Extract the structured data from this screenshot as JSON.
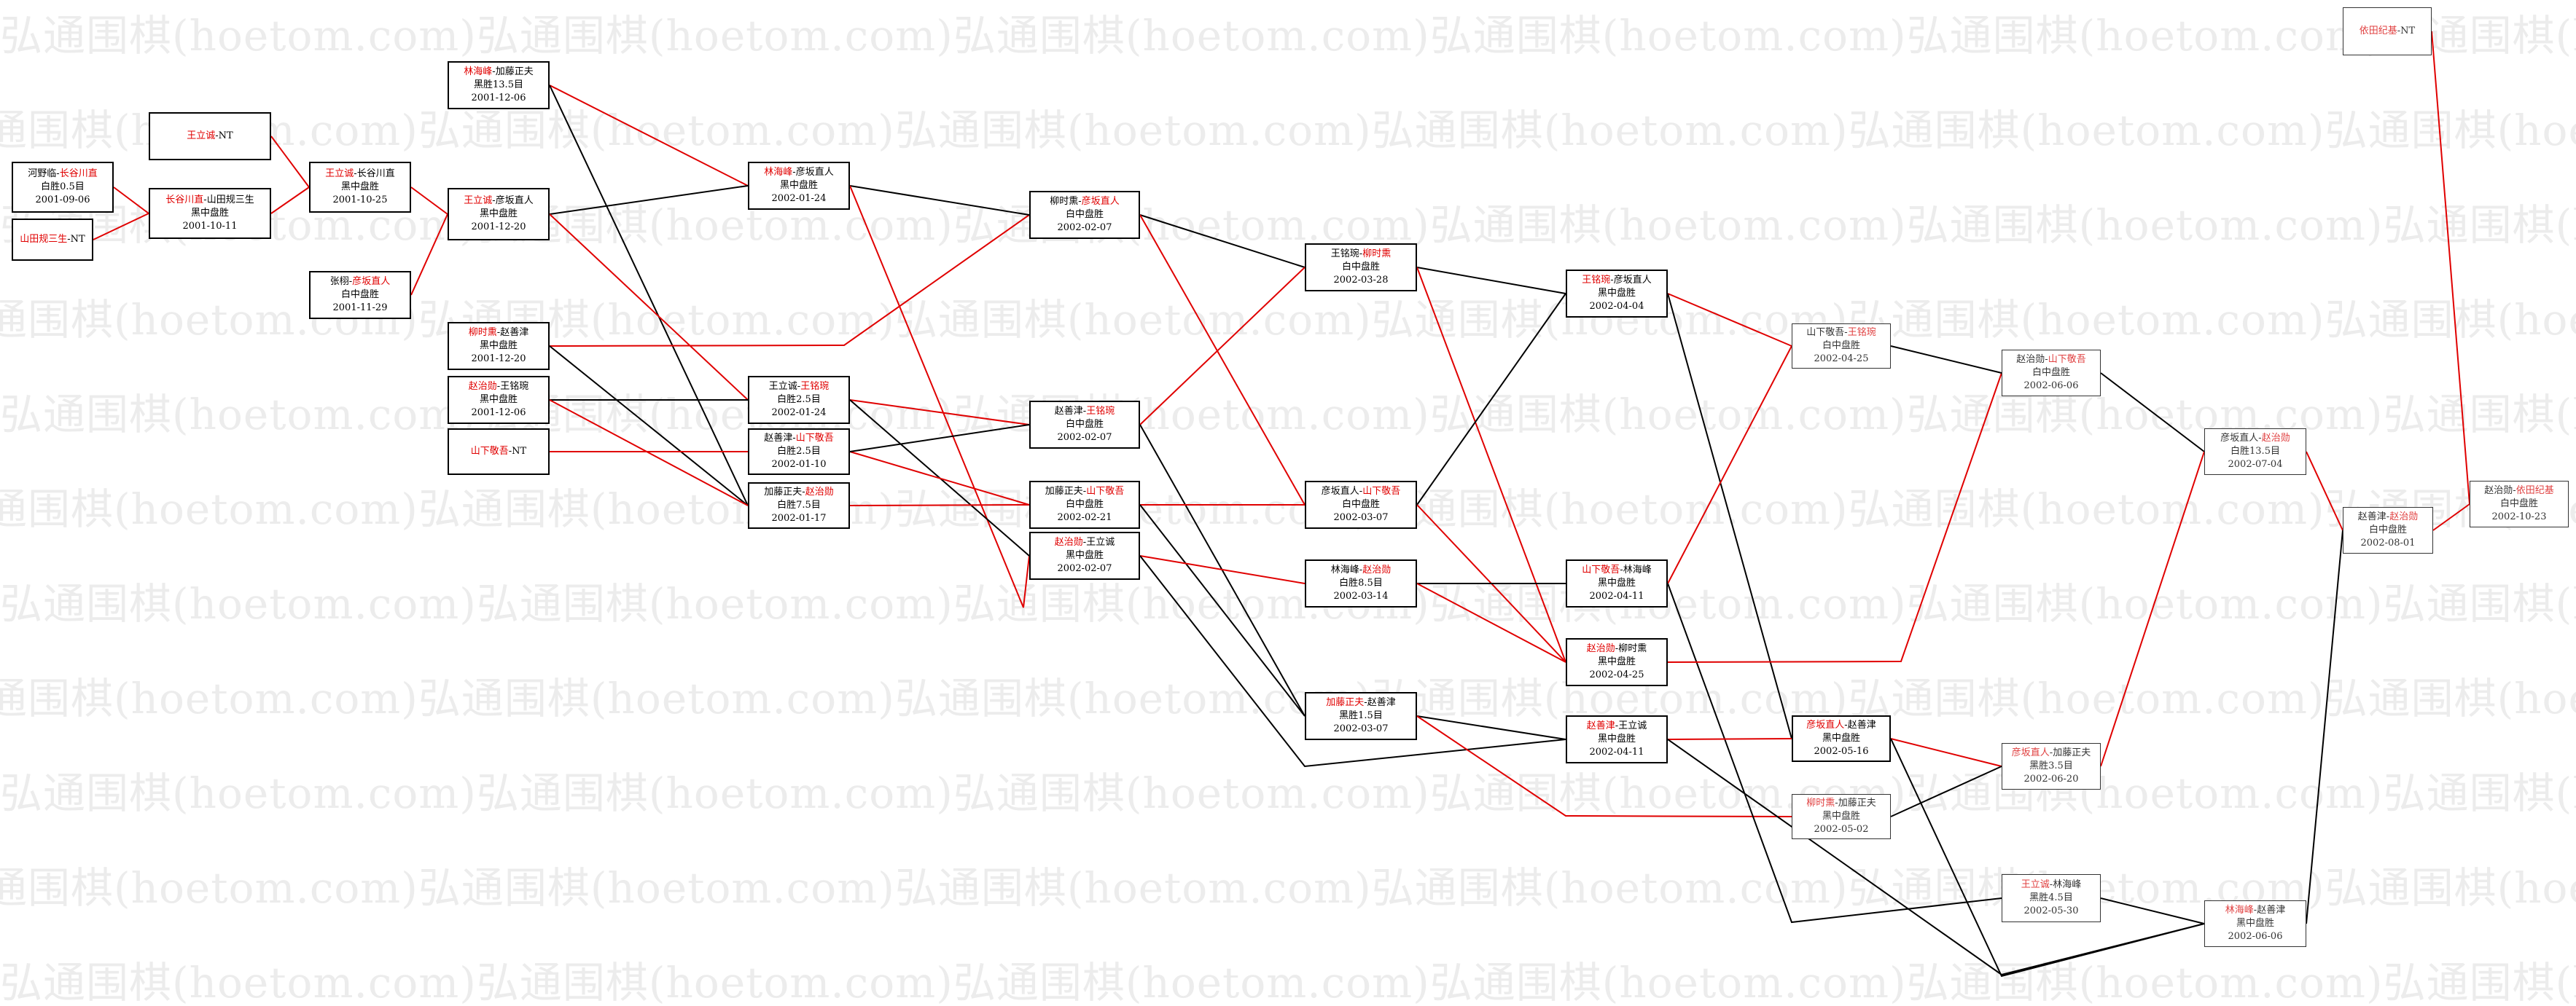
{
  "watermark": "弘通围棋(hoetom.com)",
  "colors": {
    "red": "#e00000",
    "black": "#000000"
  },
  "nodes": [
    {
      "id": "r1a",
      "lines": [
        [
          {
            "t": "河野临-"
          },
          {
            "t": "长谷川直",
            "r": true
          }
        ],
        [
          {
            "t": "白胜0.5目"
          }
        ],
        [
          {
            "t": "2001-09-06"
          }
        ]
      ]
    },
    {
      "id": "r1b",
      "lines": [
        [
          {
            "t": "山田规三生",
            "r": true
          },
          {
            "t": "-NT"
          }
        ]
      ]
    },
    {
      "id": "r1c",
      "lines": [
        [
          {
            "t": "王立诚",
            "r": true
          },
          {
            "t": "-NT"
          }
        ]
      ]
    },
    {
      "id": "r2a",
      "lines": [
        [
          {
            "t": "长谷川直",
            "r": true
          },
          {
            "t": "-山田规三生"
          }
        ],
        [
          {
            "t": "黑中盘胜"
          }
        ],
        [
          {
            "t": "2001-10-11"
          }
        ]
      ]
    },
    {
      "id": "r2b",
      "lines": [
        [
          {
            "t": "王立诚",
            "r": true
          },
          {
            "t": "-长谷川直"
          }
        ],
        [
          {
            "t": "黑中盘胜"
          }
        ],
        [
          {
            "t": "2001-10-25"
          }
        ]
      ]
    },
    {
      "id": "r2c",
      "lines": [
        [
          {
            "t": "张栩-"
          },
          {
            "t": "彦坂直人",
            "r": true
          }
        ],
        [
          {
            "t": "白中盘胜"
          }
        ],
        [
          {
            "t": "2001-11-29"
          }
        ]
      ]
    },
    {
      "id": "r3a",
      "lines": [
        [
          {
            "t": "林海峰",
            "r": true
          },
          {
            "t": "-加藤正夫"
          }
        ],
        [
          {
            "t": "黑胜13.5目"
          }
        ],
        [
          {
            "t": "2001-12-06"
          }
        ]
      ]
    },
    {
      "id": "r3b",
      "lines": [
        [
          {
            "t": "王立诚",
            "r": true
          },
          {
            "t": "-彦坂直人"
          }
        ],
        [
          {
            "t": "黑中盘胜"
          }
        ],
        [
          {
            "t": "2001-12-20"
          }
        ]
      ]
    },
    {
      "id": "r3c",
      "lines": [
        [
          {
            "t": "柳时熏",
            "r": true
          },
          {
            "t": "-赵善津"
          }
        ],
        [
          {
            "t": "黑中盘胜"
          }
        ],
        [
          {
            "t": "2001-12-20"
          }
        ]
      ]
    },
    {
      "id": "r3d",
      "lines": [
        [
          {
            "t": "赵治勋",
            "r": true
          },
          {
            "t": "-王铭琬"
          }
        ],
        [
          {
            "t": "黑中盘胜"
          }
        ],
        [
          {
            "t": "2001-12-06"
          }
        ]
      ]
    },
    {
      "id": "r3e",
      "lines": [
        [
          {
            "t": "山下敬吾",
            "r": true
          },
          {
            "t": "-NT"
          }
        ]
      ]
    },
    {
      "id": "r4a",
      "lines": [
        [
          {
            "t": "林海峰",
            "r": true
          },
          {
            "t": "-彦坂直人"
          }
        ],
        [
          {
            "t": "黑中盘胜"
          }
        ],
        [
          {
            "t": "2002-01-24"
          }
        ]
      ]
    },
    {
      "id": "r4b",
      "lines": [
        [
          {
            "t": "王立诚-"
          },
          {
            "t": "王铭琬",
            "r": true
          }
        ],
        [
          {
            "t": "白胜2.5目"
          }
        ],
        [
          {
            "t": "2002-01-24"
          }
        ]
      ]
    },
    {
      "id": "r4c",
      "lines": [
        [
          {
            "t": "赵善津-"
          },
          {
            "t": "山下敬吾",
            "r": true
          }
        ],
        [
          {
            "t": "白胜2.5目"
          }
        ],
        [
          {
            "t": "2002-01-10"
          }
        ]
      ]
    },
    {
      "id": "r4d",
      "lines": [
        [
          {
            "t": "加藤正夫-"
          },
          {
            "t": "赵治勋",
            "r": true
          }
        ],
        [
          {
            "t": "白胜7.5目"
          }
        ],
        [
          {
            "t": "2002-01-17"
          }
        ]
      ]
    },
    {
      "id": "r5a",
      "lines": [
        [
          {
            "t": "柳时熏-"
          },
          {
            "t": "彦坂直人",
            "r": true
          }
        ],
        [
          {
            "t": "白中盘胜"
          }
        ],
        [
          {
            "t": "2002-02-07"
          }
        ]
      ]
    },
    {
      "id": "r5b",
      "lines": [
        [
          {
            "t": "赵善津-"
          },
          {
            "t": "王铭琬",
            "r": true
          }
        ],
        [
          {
            "t": "白中盘胜"
          }
        ],
        [
          {
            "t": "2002-02-07"
          }
        ]
      ]
    },
    {
      "id": "r5c",
      "lines": [
        [
          {
            "t": "加藤正夫-"
          },
          {
            "t": "山下敬吾",
            "r": true
          }
        ],
        [
          {
            "t": "白中盘胜"
          }
        ],
        [
          {
            "t": "2002-02-21"
          }
        ]
      ]
    },
    {
      "id": "r5d",
      "lines": [
        [
          {
            "t": "赵治勋",
            "r": true
          },
          {
            "t": "-王立诚"
          }
        ],
        [
          {
            "t": "黑中盘胜"
          }
        ],
        [
          {
            "t": "2002-02-07"
          }
        ]
      ]
    },
    {
      "id": "r6a",
      "lines": [
        [
          {
            "t": "王铭琬-"
          },
          {
            "t": "柳时熏",
            "r": true
          }
        ],
        [
          {
            "t": "白中盘胜"
          }
        ],
        [
          {
            "t": "2002-03-28"
          }
        ]
      ]
    },
    {
      "id": "r6b",
      "lines": [
        [
          {
            "t": "彦坂直人-"
          },
          {
            "t": "山下敬吾",
            "r": true
          }
        ],
        [
          {
            "t": "白中盘胜"
          }
        ],
        [
          {
            "t": "2002-03-07"
          }
        ]
      ]
    },
    {
      "id": "r6c",
      "lines": [
        [
          {
            "t": "林海峰-"
          },
          {
            "t": "赵治勋",
            "r": true
          }
        ],
        [
          {
            "t": "白胜8.5目"
          }
        ],
        [
          {
            "t": "2002-03-14"
          }
        ]
      ]
    },
    {
      "id": "r6d",
      "lines": [
        [
          {
            "t": "加藤正夫",
            "r": true
          },
          {
            "t": "-赵善津"
          }
        ],
        [
          {
            "t": "黑胜1.5目"
          }
        ],
        [
          {
            "t": "2002-03-07"
          }
        ]
      ]
    },
    {
      "id": "r7a",
      "lines": [
        [
          {
            "t": "王铭琬",
            "r": true
          },
          {
            "t": "-彦坂直人"
          }
        ],
        [
          {
            "t": "黑中盘胜"
          }
        ],
        [
          {
            "t": "2002-04-04"
          }
        ]
      ]
    },
    {
      "id": "r7b",
      "lines": [
        [
          {
            "t": "山下敬吾",
            "r": true
          },
          {
            "t": "-林海峰"
          }
        ],
        [
          {
            "t": "黑中盘胜"
          }
        ],
        [
          {
            "t": "2002-04-11"
          }
        ]
      ]
    },
    {
      "id": "r7c",
      "lines": [
        [
          {
            "t": "赵治勋",
            "r": true
          },
          {
            "t": "-柳时熏"
          }
        ],
        [
          {
            "t": "黑中盘胜"
          }
        ],
        [
          {
            "t": "2002-04-25"
          }
        ]
      ]
    },
    {
      "id": "r7d",
      "lines": [
        [
          {
            "t": "赵善津",
            "r": true
          },
          {
            "t": "-王立诚"
          }
        ],
        [
          {
            "t": "黑中盘胜"
          }
        ],
        [
          {
            "t": "2002-04-11"
          }
        ]
      ]
    },
    {
      "id": "r8a",
      "lines": [
        [
          {
            "t": "山下敬吾-"
          },
          {
            "t": "王铭琬",
            "r": true
          }
        ],
        [
          {
            "t": "白中盘胜"
          }
        ],
        [
          {
            "t": "2002-04-25"
          }
        ]
      ]
    },
    {
      "id": "r8b",
      "lines": [
        [
          {
            "t": "彦坂直人",
            "r": true
          },
          {
            "t": "-赵善津"
          }
        ],
        [
          {
            "t": "黑中盘胜"
          }
        ],
        [
          {
            "t": "2002-05-16"
          }
        ]
      ]
    },
    {
      "id": "r8c",
      "lines": [
        [
          {
            "t": "柳时熏",
            "r": true
          },
          {
            "t": "-加藤正夫"
          }
        ],
        [
          {
            "t": "黑中盘胜"
          }
        ],
        [
          {
            "t": "2002-05-02"
          }
        ]
      ]
    },
    {
      "id": "r9a",
      "lines": [
        [
          {
            "t": "赵治勋-"
          },
          {
            "t": "山下敬吾",
            "r": true
          }
        ],
        [
          {
            "t": "白中盘胜"
          }
        ],
        [
          {
            "t": "2002-06-06"
          }
        ]
      ]
    },
    {
      "id": "r9b",
      "lines": [
        [
          {
            "t": "彦坂直人",
            "r": true
          },
          {
            "t": "-加藤正夫"
          }
        ],
        [
          {
            "t": "黑胜3.5目"
          }
        ],
        [
          {
            "t": "2002-06-20"
          }
        ]
      ]
    },
    {
      "id": "r9c",
      "lines": [
        [
          {
            "t": "王立诚",
            "r": true
          },
          {
            "t": "-林海峰"
          }
        ],
        [
          {
            "t": "黑胜4.5目"
          }
        ],
        [
          {
            "t": "2002-05-30"
          }
        ]
      ]
    },
    {
      "id": "r10a",
      "lines": [
        [
          {
            "t": "彦坂直人-"
          },
          {
            "t": "赵治勋",
            "r": true
          }
        ],
        [
          {
            "t": "白胜13.5目"
          }
        ],
        [
          {
            "t": "2002-07-04"
          }
        ]
      ]
    },
    {
      "id": "r10b",
      "lines": [
        [
          {
            "t": "林海峰",
            "r": true
          },
          {
            "t": "-赵善津"
          }
        ],
        [
          {
            "t": "黑中盘胜"
          }
        ],
        [
          {
            "t": "2002-06-06"
          }
        ]
      ]
    },
    {
      "id": "r11a",
      "lines": [
        [
          {
            "t": "赵善津-"
          },
          {
            "t": "赵治勋",
            "r": true
          }
        ],
        [
          {
            "t": "白中盘胜"
          }
        ],
        [
          {
            "t": "2002-08-01"
          }
        ]
      ]
    },
    {
      "id": "r12a",
      "lines": [
        [
          {
            "t": "依田纪基",
            "r": true
          },
          {
            "t": "-NT"
          }
        ]
      ]
    },
    {
      "id": "r12b",
      "lines": [
        [
          {
            "t": "赵治勋-"
          },
          {
            "t": "依田纪基",
            "r": true
          }
        ],
        [
          {
            "t": "白中盘胜"
          }
        ],
        [
          {
            "t": "2002-10-23"
          }
        ]
      ]
    }
  ]
}
